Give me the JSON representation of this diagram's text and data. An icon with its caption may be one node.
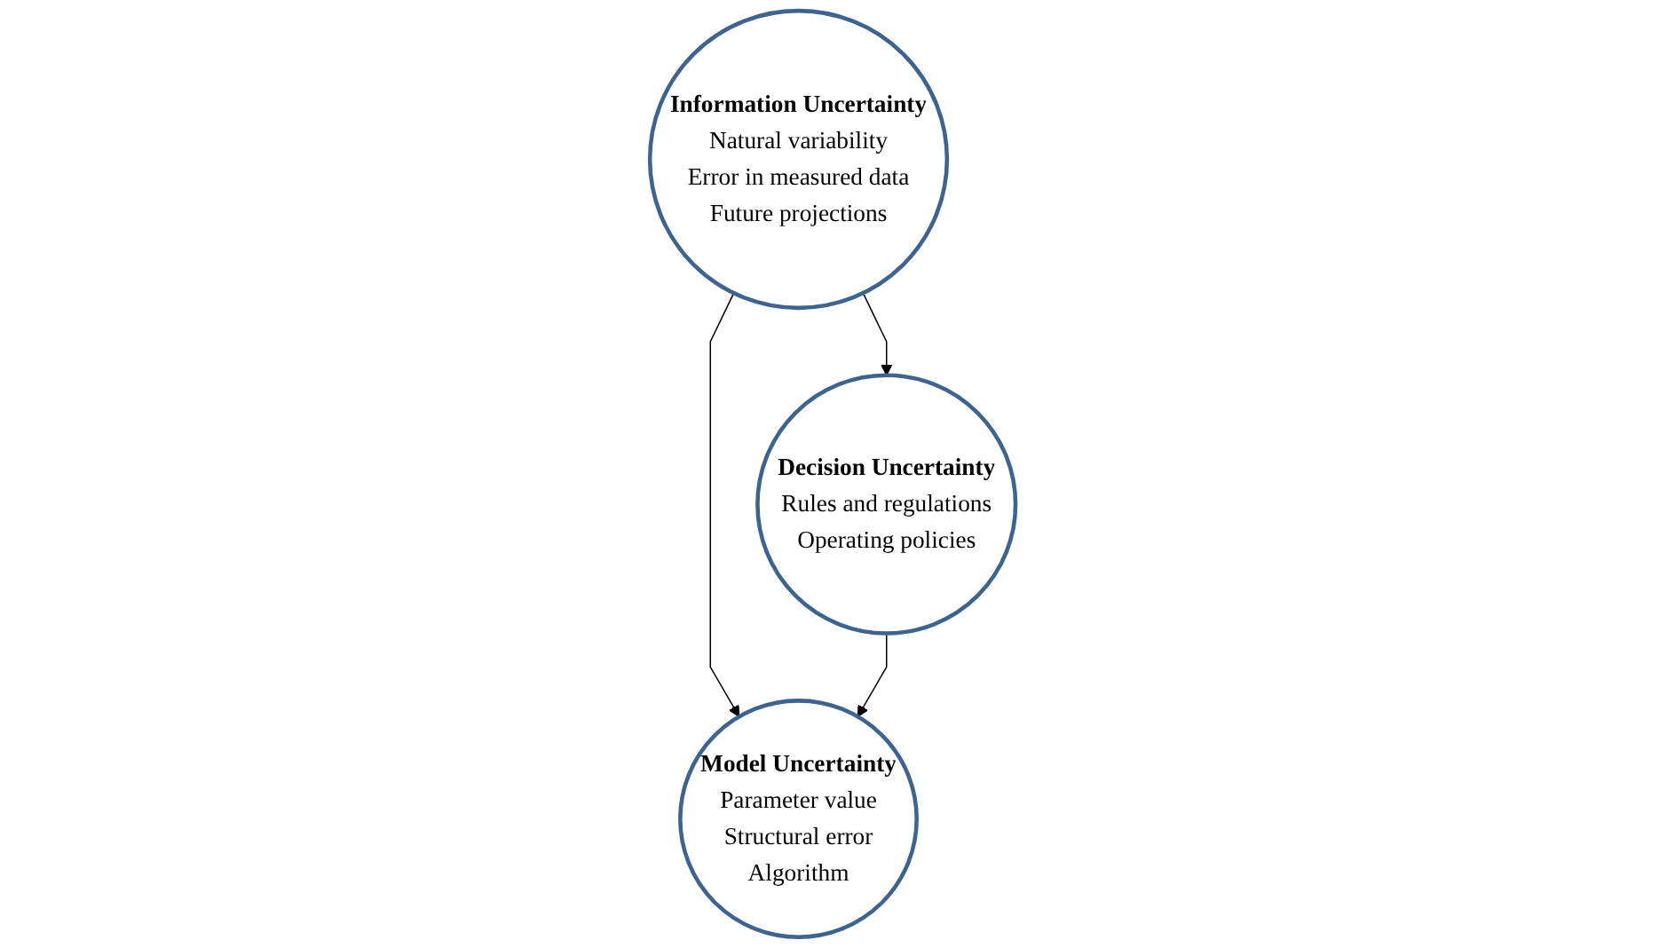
{
  "diagram": {
    "nodes": [
      {
        "text": [
          "Information Uncertainty",
          "Natural variability",
          "Error in measured data",
          "Future projections"
        ]
      },
      {
        "text": [
          "Decision Uncertainty",
          "Rules and regulations",
          "Operating policies"
        ]
      },
      {
        "text": [
          "Model Uncertainty",
          "Parameter value",
          "Structural error",
          "Algorithm"
        ]
      }
    ],
    "edges": [
      {
        "from": 0,
        "to": 1,
        "arrow": "to"
      },
      {
        "from": 0,
        "to": 2,
        "arrow": "to"
      },
      {
        "from": 1,
        "to": 2,
        "arrow": "to"
      }
    ]
  }
}
